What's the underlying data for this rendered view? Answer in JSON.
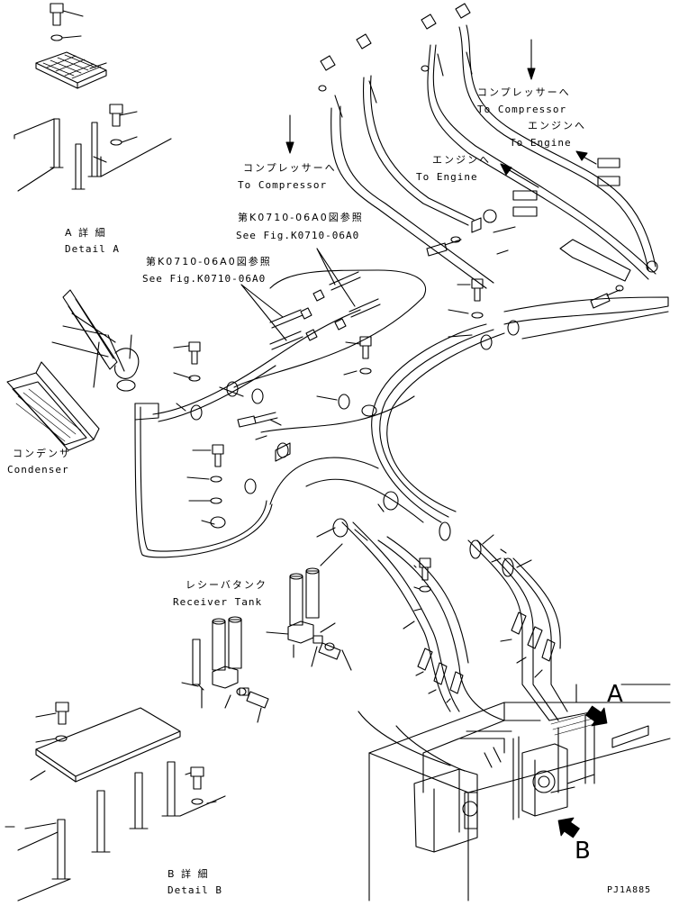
{
  "labels": {
    "to_compressor_right_jp": "コンプレッサーへ",
    "to_compressor_right_en": "To Compressor",
    "to_engine_right_jp": "エンジンへ",
    "to_engine_right_en": "To Engine",
    "to_compressor_left_jp": "コンプレッサーへ",
    "to_compressor_left_en": "To Compressor",
    "to_engine_mid_jp": "エンジンへ",
    "to_engine_mid_en": "To Engine",
    "see_fig_upper_jp": "第K0710-06A0図参照",
    "see_fig_upper_en": "See Fig.K0710-06A0",
    "see_fig_lower_jp": "第K0710-06A0図参照",
    "see_fig_lower_en": "See Fig.K0710-06A0",
    "condenser_jp": "コンデンサ",
    "condenser_en": "Condenser",
    "receiver_tank_jp": "レシーバタンク",
    "receiver_tank_en": "Receiver Tank",
    "detail_a_jp": "A 詳 細",
    "detail_a_en": "Detail A",
    "detail_b_jp": "B 詳 細",
    "detail_b_en": "Detail B",
    "view_a": "A",
    "view_b": "B",
    "drawing_number": "PJ1A885"
  }
}
